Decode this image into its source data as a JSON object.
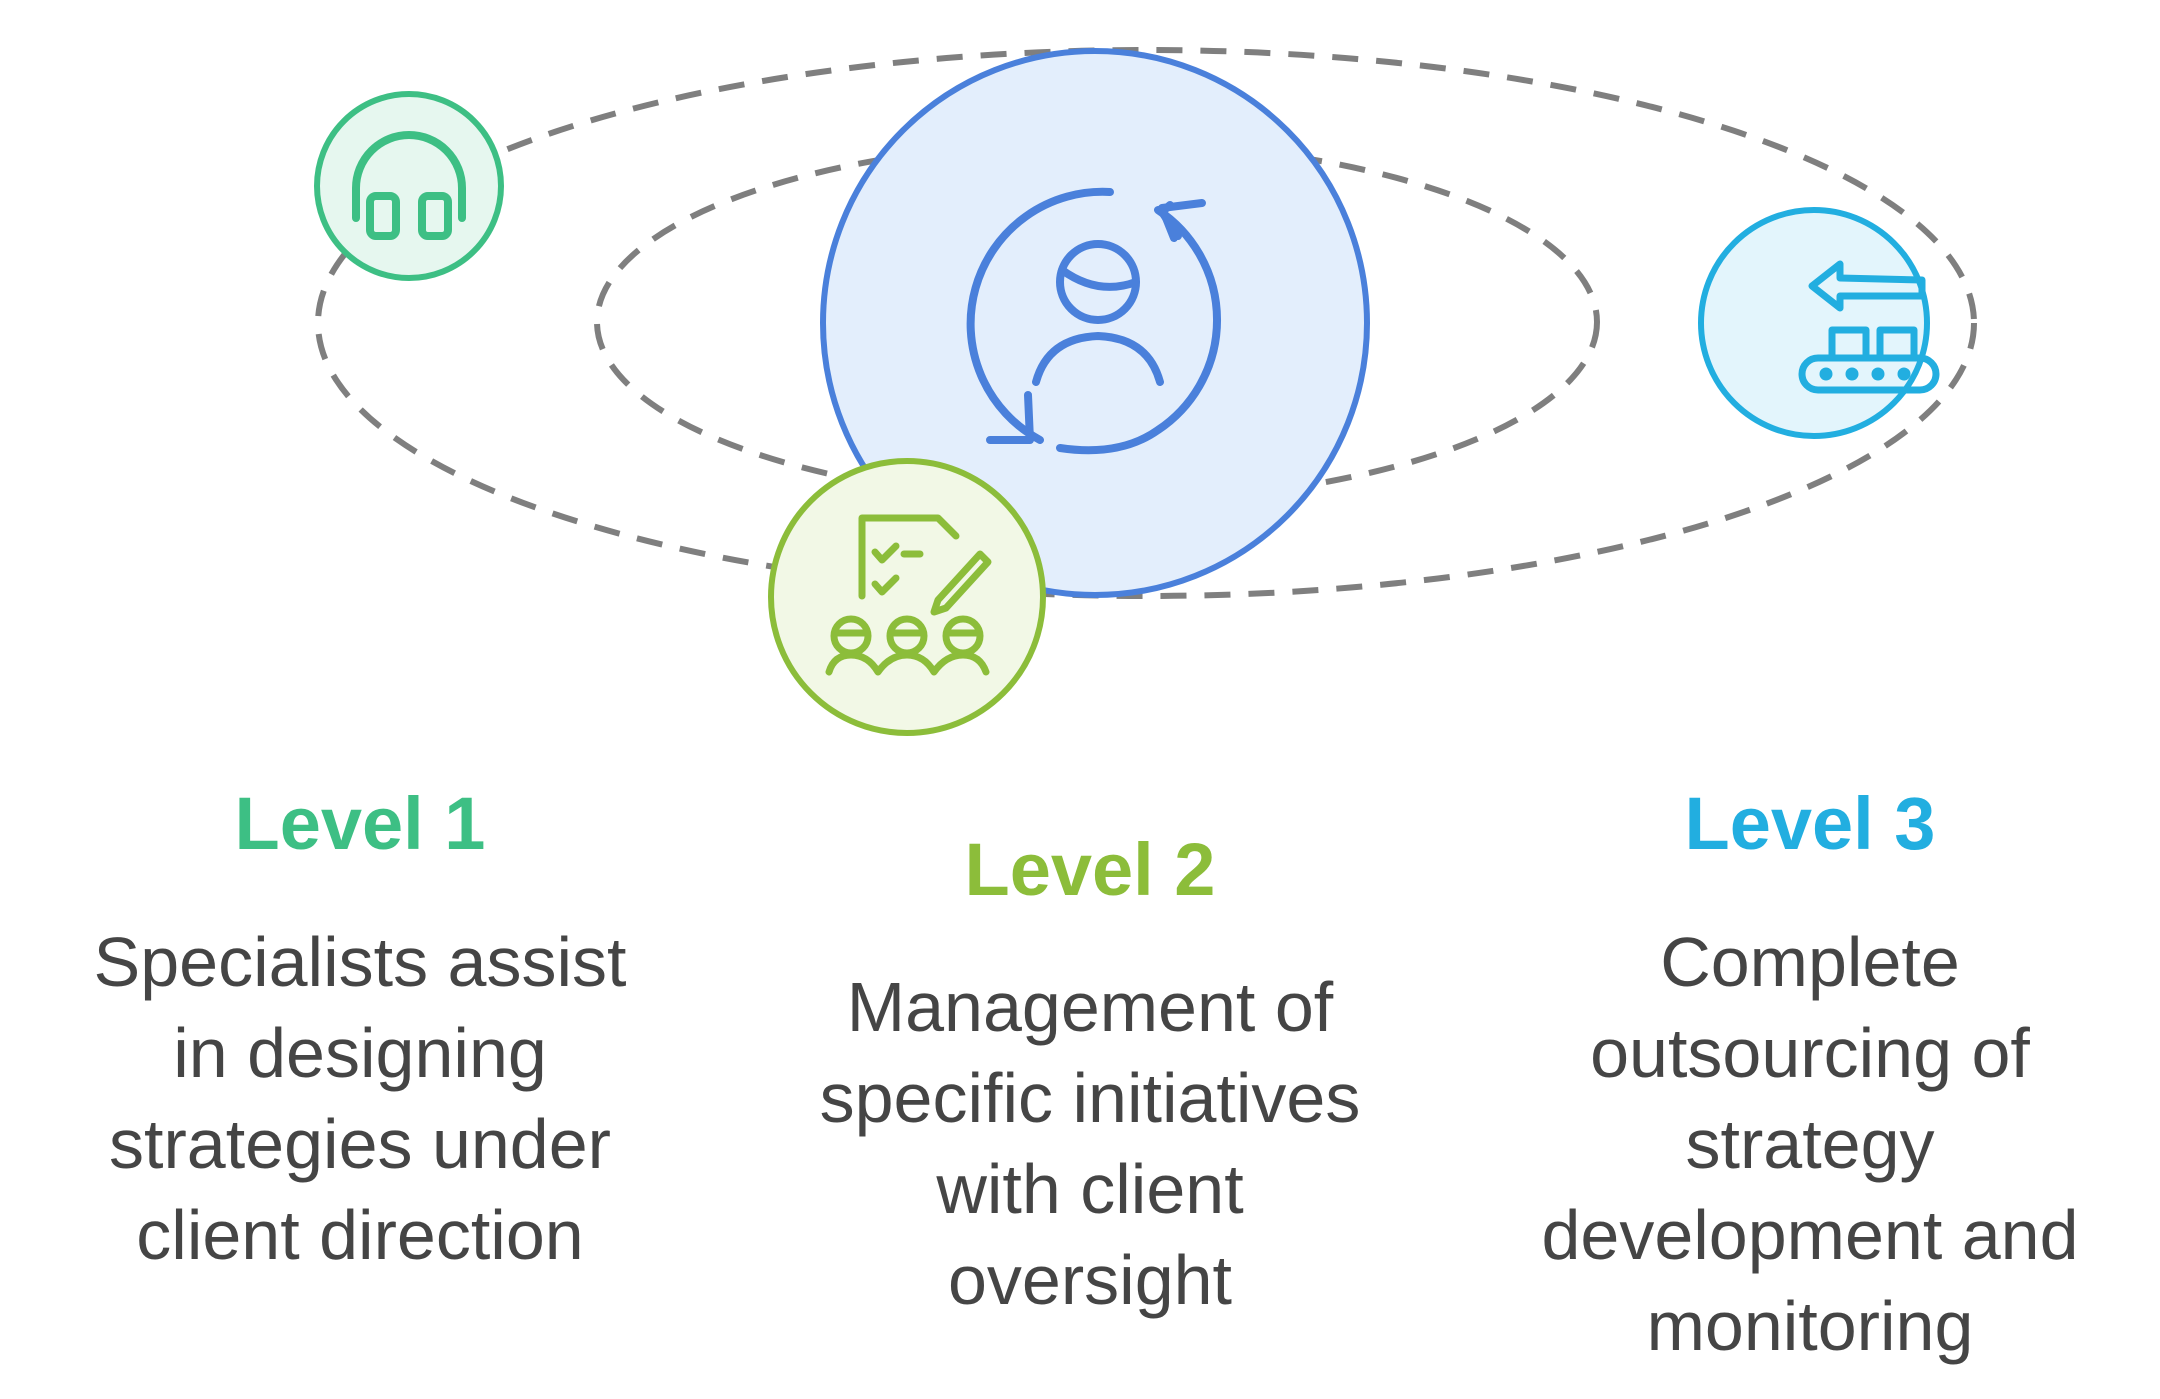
{
  "colors": {
    "level1": "#3dbf84",
    "level2": "#8cbd3a",
    "level3": "#22aee0",
    "center": "#4a80db",
    "center_fill": "#e3eefc",
    "orbit": "#7f7f7f",
    "text": "#454545"
  },
  "icons": {
    "level1": "headset-icon",
    "level2": "team-checklist-icon",
    "level3": "conveyor-outsource-icon",
    "center": "user-cycle-icon"
  },
  "levels": [
    {
      "title": "Level 1",
      "description_lines": [
        "Specialists assist",
        "in designing",
        "strategies under",
        "client direction"
      ]
    },
    {
      "title": "Level 2",
      "description_lines": [
        "Management of",
        "specific initiatives",
        "with client",
        "oversight"
      ]
    },
    {
      "title": "Level 3",
      "description_lines": [
        "Complete",
        "outsourcing of",
        "strategy",
        "development and",
        "monitoring"
      ]
    }
  ]
}
